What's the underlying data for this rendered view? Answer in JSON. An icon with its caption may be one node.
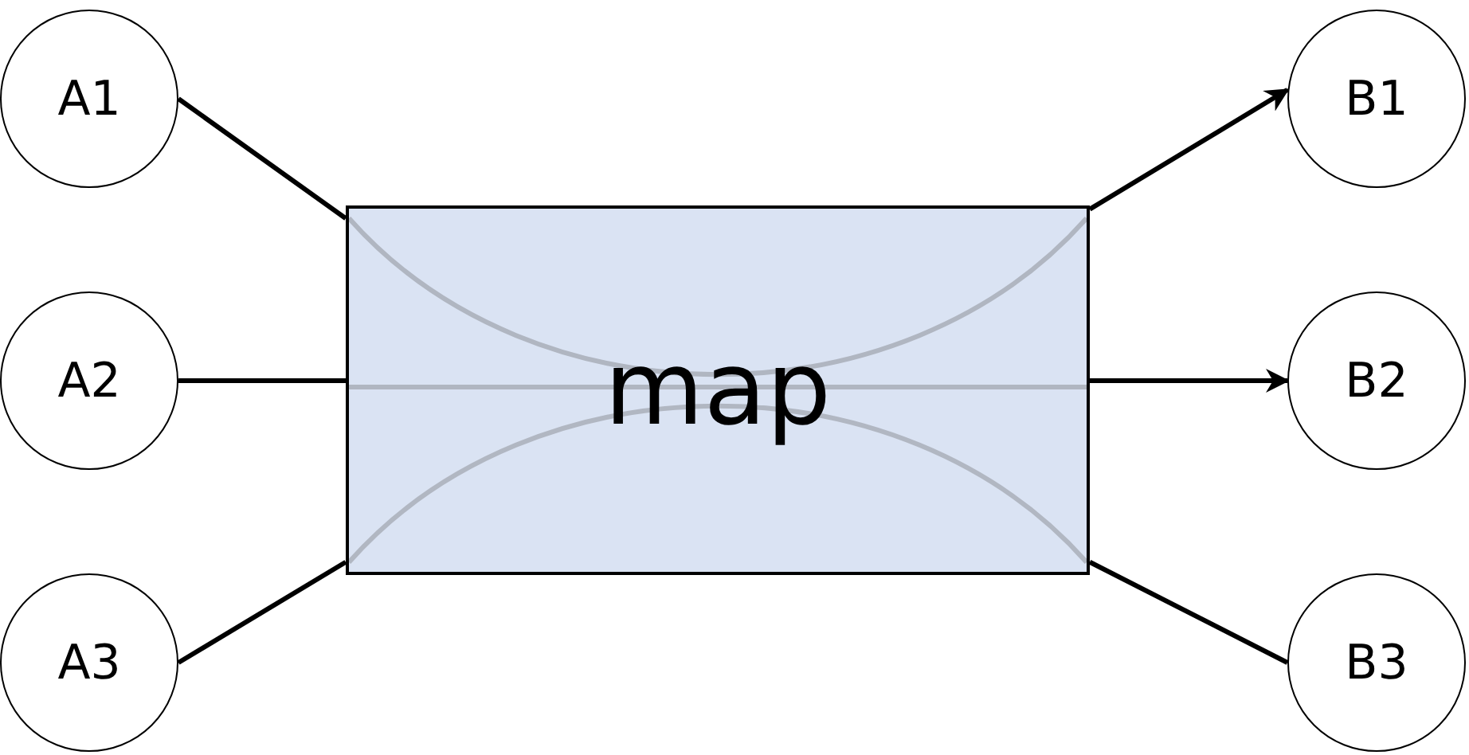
{
  "diagram": {
    "nodes": [
      {
        "text": [
          "A1"
        ]
      },
      {
        "text": [
          "A2"
        ]
      },
      {
        "text": [
          "A3"
        ]
      },
      {
        "text": [
          "map"
        ]
      },
      {
        "text": [
          "B1"
        ]
      },
      {
        "text": [
          "B2"
        ]
      },
      {
        "text": [
          "B3"
        ]
      }
    ],
    "edges": [
      {
        "from": 0,
        "to": 3,
        "arrow": "none"
      },
      {
        "from": 1,
        "to": 3,
        "arrow": "none"
      },
      {
        "from": 2,
        "to": 3,
        "arrow": "none"
      },
      {
        "from": 3,
        "to": 4,
        "arrow": "to"
      },
      {
        "from": 3,
        "to": 5,
        "arrow": "to"
      },
      {
        "from": 3,
        "to": 6,
        "arrow": "none"
      }
    ]
  }
}
